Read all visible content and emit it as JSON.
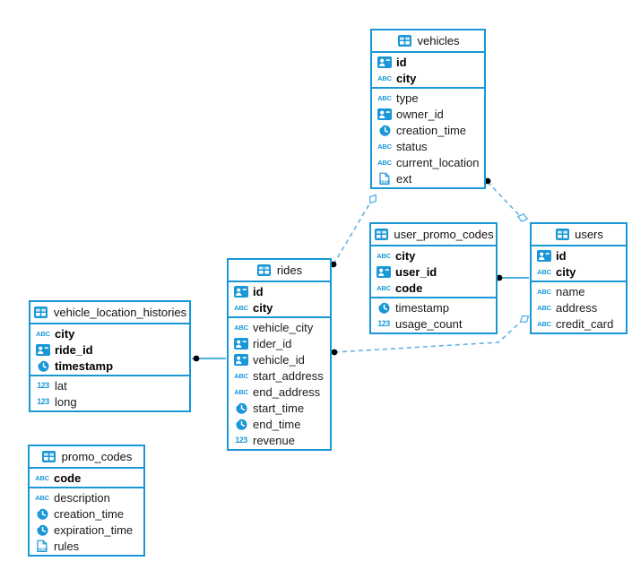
{
  "diagram": {
    "type_glyphs": {
      "text": "ABC",
      "number": "123",
      "json": "JSON"
    },
    "tables": [
      {
        "name": "vehicles",
        "primary_key_columns": [
          {
            "name": "id",
            "type": "id"
          },
          {
            "name": "city",
            "type": "text"
          }
        ],
        "columns": [
          {
            "name": "type",
            "type": "text"
          },
          {
            "name": "owner_id",
            "type": "id"
          },
          {
            "name": "creation_time",
            "type": "time"
          },
          {
            "name": "status",
            "type": "text"
          },
          {
            "name": "current_location",
            "type": "text"
          },
          {
            "name": "ext",
            "type": "json"
          }
        ]
      },
      {
        "name": "user_promo_codes",
        "primary_key_columns": [
          {
            "name": "city",
            "type": "text"
          },
          {
            "name": "user_id",
            "type": "id"
          },
          {
            "name": "code",
            "type": "text"
          }
        ],
        "columns": [
          {
            "name": "timestamp",
            "type": "time"
          },
          {
            "name": "usage_count",
            "type": "number"
          }
        ]
      },
      {
        "name": "users",
        "primary_key_columns": [
          {
            "name": "id",
            "type": "id"
          },
          {
            "name": "city",
            "type": "text"
          }
        ],
        "columns": [
          {
            "name": "name",
            "type": "text"
          },
          {
            "name": "address",
            "type": "text"
          },
          {
            "name": "credit_card",
            "type": "text"
          }
        ]
      },
      {
        "name": "rides",
        "primary_key_columns": [
          {
            "name": "id",
            "type": "id"
          },
          {
            "name": "city",
            "type": "text"
          }
        ],
        "columns": [
          {
            "name": "vehicle_city",
            "type": "text"
          },
          {
            "name": "rider_id",
            "type": "id"
          },
          {
            "name": "vehicle_id",
            "type": "id"
          },
          {
            "name": "start_address",
            "type": "text"
          },
          {
            "name": "end_address",
            "type": "text"
          },
          {
            "name": "start_time",
            "type": "time"
          },
          {
            "name": "end_time",
            "type": "time"
          },
          {
            "name": "revenue",
            "type": "number"
          }
        ]
      },
      {
        "name": "vehicle_location_histories",
        "primary_key_columns": [
          {
            "name": "city",
            "type": "text"
          },
          {
            "name": "ride_id",
            "type": "id"
          },
          {
            "name": "timestamp",
            "type": "time"
          }
        ],
        "columns": [
          {
            "name": "lat",
            "type": "number"
          },
          {
            "name": "long",
            "type": "number"
          }
        ]
      },
      {
        "name": "promo_codes",
        "primary_key_columns": [
          {
            "name": "code",
            "type": "text"
          }
        ],
        "columns": [
          {
            "name": "description",
            "type": "text"
          },
          {
            "name": "creation_time",
            "type": "time"
          },
          {
            "name": "expiration_time",
            "type": "time"
          },
          {
            "name": "rules",
            "type": "json"
          }
        ]
      }
    ],
    "relations": [
      {
        "from": "vehicle_location_histories",
        "to": "rides"
      },
      {
        "from": "rides",
        "to": "vehicles"
      },
      {
        "from": "vehicles",
        "to": "users"
      },
      {
        "from": "user_promo_codes",
        "to": "users"
      },
      {
        "from": "rides",
        "to": "users"
      }
    ]
  },
  "colors": {
    "table_border": "#1997d6",
    "icon_blue": "#1997d6",
    "relation_solid": "#1997d6",
    "relation_dashed": "#5fb4e5",
    "endpoint_dot": "#000000",
    "cell_light": "#cfeaf8"
  }
}
